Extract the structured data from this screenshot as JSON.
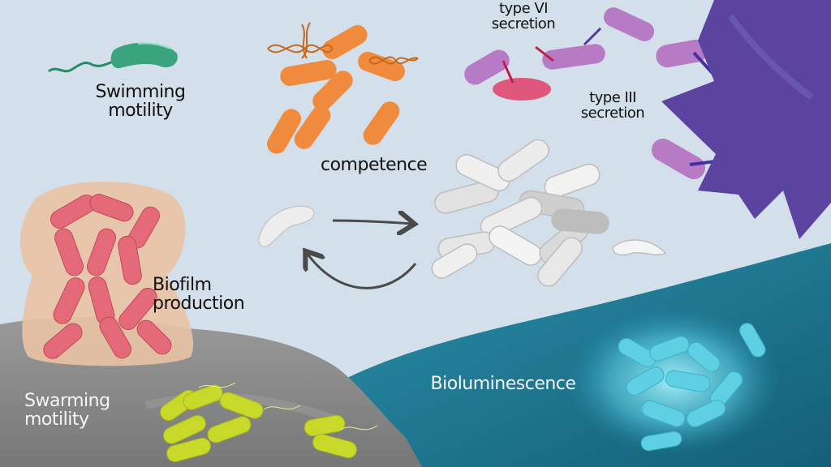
{
  "labels": {
    "swimming": [
      "Swimming",
      "motility"
    ],
    "competence": "competence",
    "type6": [
      "type VI",
      "secretion"
    ],
    "type3": [
      "type III",
      "secretion"
    ],
    "biofilm": [
      "Biofilm",
      "production"
    ],
    "swarming": [
      "Swarming",
      "motility"
    ],
    "bioluminescence": "Bioluminescence"
  },
  "colors": {
    "background": "#d3dfea",
    "swimming_bacterium": "#3aa47e",
    "competence_bacteria": "#f08a3c",
    "dna": "#c46a1e",
    "secretion_bacteria": "#b77ac4",
    "host_cell": "#5a44a0",
    "target_cell": "#e0577e",
    "quorum_bacteria": "#e6e6e6",
    "biofilm_matrix": "#e9c3a4",
    "biofilm_bacteria": "#e46a7a",
    "rock": "#8f8f8f",
    "swarming_bacteria": "#c9d92a",
    "water": "#1f7f98",
    "glow": "#7fe3f2"
  }
}
